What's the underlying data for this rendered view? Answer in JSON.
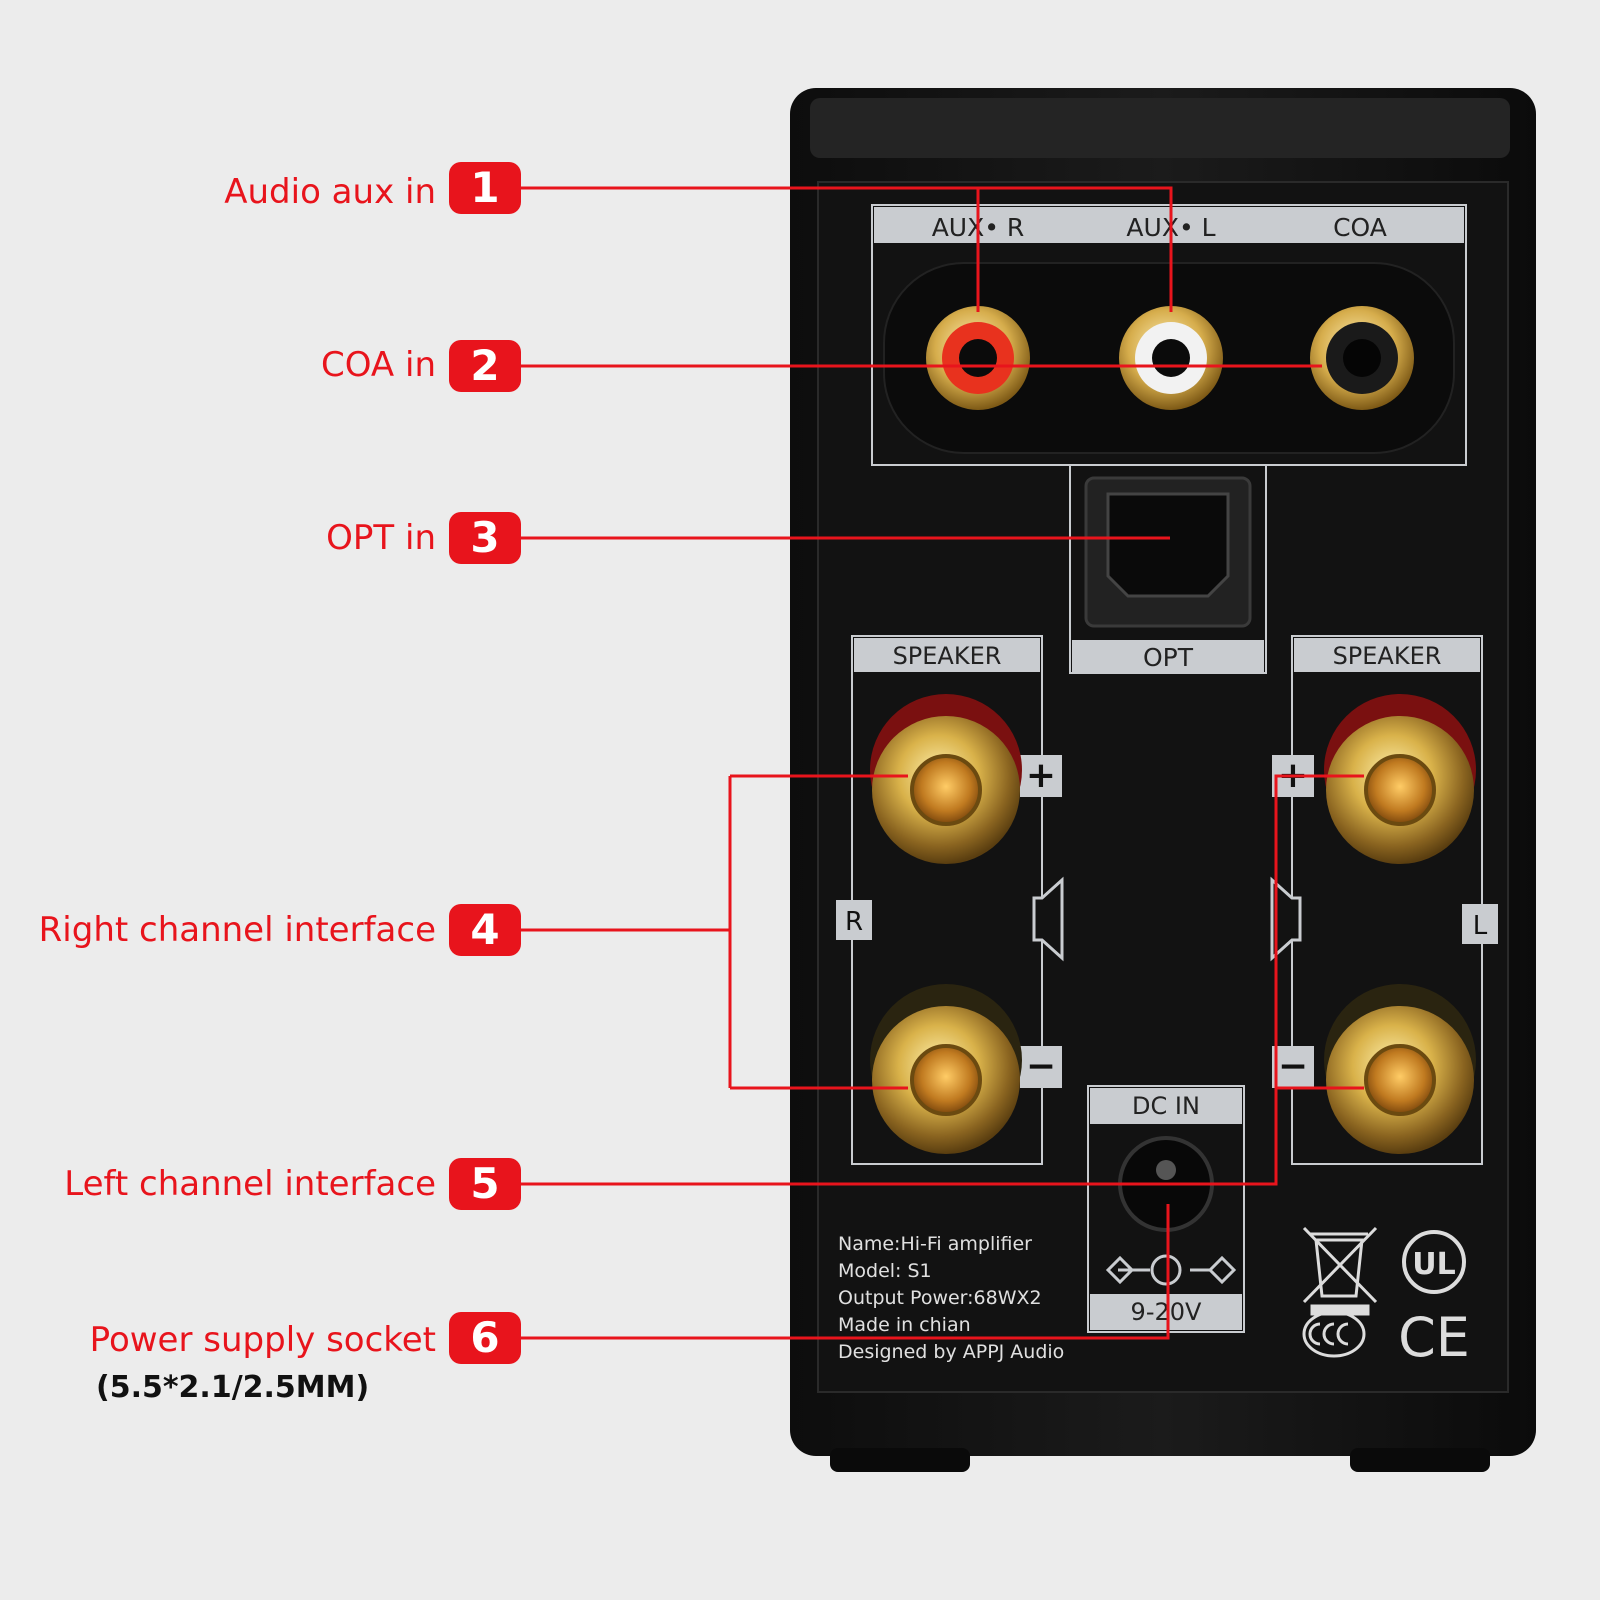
{
  "device": {
    "panel_labels": {
      "aux_r": "AUX• R",
      "aux_l": "AUX• L",
      "coa": "COA",
      "opt": "OPT",
      "speaker_left_block": "SPEAKER",
      "speaker_right_block": "SPEAKER",
      "dc_in": "DC IN",
      "voltage": "9-20V",
      "channel_r": "R",
      "channel_l": "L",
      "plus": "+",
      "minus": "−"
    },
    "info_lines": [
      "Name:Hi-Fi amplifier",
      "Model: S1",
      "Output Power:68WX2",
      "Made in chian",
      "Designed by APPJ Audio"
    ],
    "certifications": [
      "UL",
      "CE"
    ]
  },
  "callouts": [
    {
      "number": "1",
      "label": "Audio aux in"
    },
    {
      "number": "2",
      "label": "COA in"
    },
    {
      "number": "3",
      "label": "OPT in"
    },
    {
      "number": "4",
      "label": "Right channel interface"
    },
    {
      "number": "5",
      "label": "Left channel interface"
    },
    {
      "number": "6",
      "label": "Power supply socket",
      "sublabel": "(5.5*2.1/2.5MM)"
    }
  ],
  "colors": {
    "accent_red": "#e8141c",
    "device_body": "#161616",
    "label_strip": "#c9ccd0",
    "gold": "#d4aa3c",
    "background": "#ececec"
  }
}
